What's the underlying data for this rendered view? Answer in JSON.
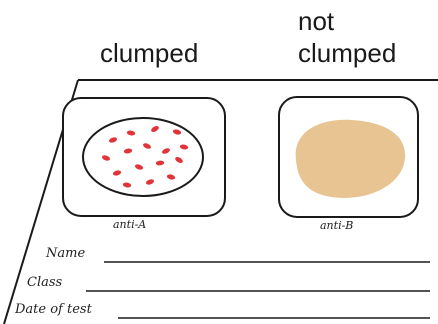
{
  "headings": {
    "left": "clumped",
    "right_line1": "not",
    "right_line2": "clumped"
  },
  "slides": {
    "left_label": "anti-A",
    "right_label": "anti-B"
  },
  "form": {
    "name_label": "Name",
    "class_label": "Class",
    "date_label": "Date of test"
  },
  "colors": {
    "clump_dot": "#e0343a",
    "smooth_blob": "#e8c493",
    "ink": "#1a1a1a"
  }
}
